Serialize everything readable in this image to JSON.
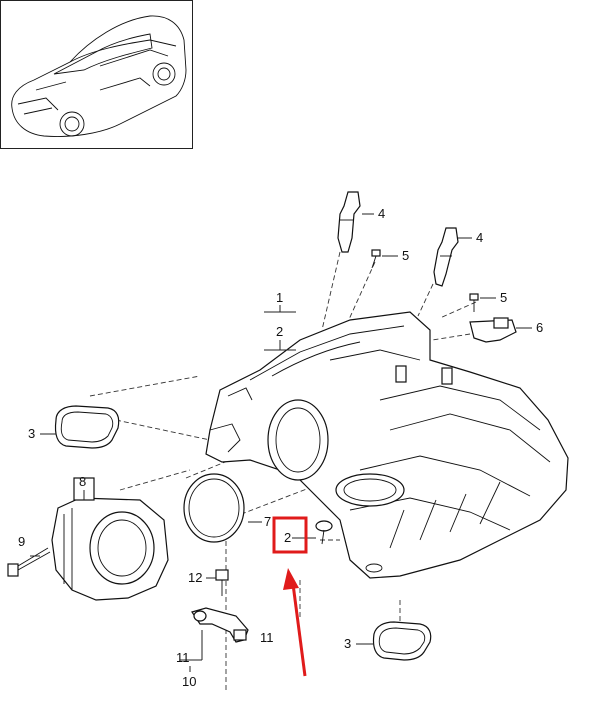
{
  "callouts": {
    "c1": "1",
    "c2_top": "2",
    "c2_box": "2",
    "c3_left": "3",
    "c3_bottom": "3",
    "c4_a": "4",
    "c4_b": "4",
    "c5_a": "5",
    "c5_b": "5",
    "c6": "6",
    "c7": "7",
    "c8": "8",
    "c9": "9",
    "c10": "10",
    "c11_a": "11",
    "c11_b": "11",
    "c12": "12"
  },
  "colors": {
    "highlight": "#e01b1b",
    "ink": "#111111"
  },
  "icons": {
    "thumbnail": "car-thumbnail-icon",
    "arrow": "red-pointer-arrow-icon"
  }
}
